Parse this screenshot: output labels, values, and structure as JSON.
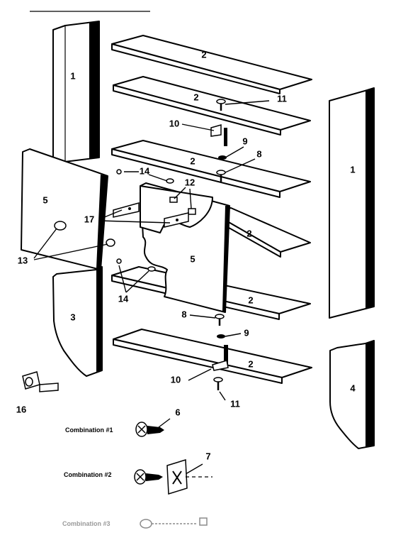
{
  "callouts": {
    "c1a": "1",
    "c1b": "1",
    "c2a": "2",
    "c2b": "2",
    "c2c": "2",
    "c2d": "2",
    "c2e": "2",
    "c2f": "2",
    "c3": "3",
    "c4": "4",
    "c5a": "5",
    "c5b": "5",
    "c6": "6",
    "c7": "7",
    "c8a": "8",
    "c8b": "8",
    "c9a": "9",
    "c9b": "9",
    "c10a": "10",
    "c10b": "10",
    "c11a": "11",
    "c11b": "11",
    "c12": "12",
    "c13": "13",
    "c14a": "14",
    "c14b": "14",
    "c16": "16",
    "c17": "17"
  },
  "combinations": {
    "combo1": "Combination #1",
    "combo2": "Combination #2",
    "combo3": "Combination #3"
  },
  "colors": {
    "line": "#000000",
    "background": "#ffffff",
    "faint": "#9a9a9a"
  }
}
